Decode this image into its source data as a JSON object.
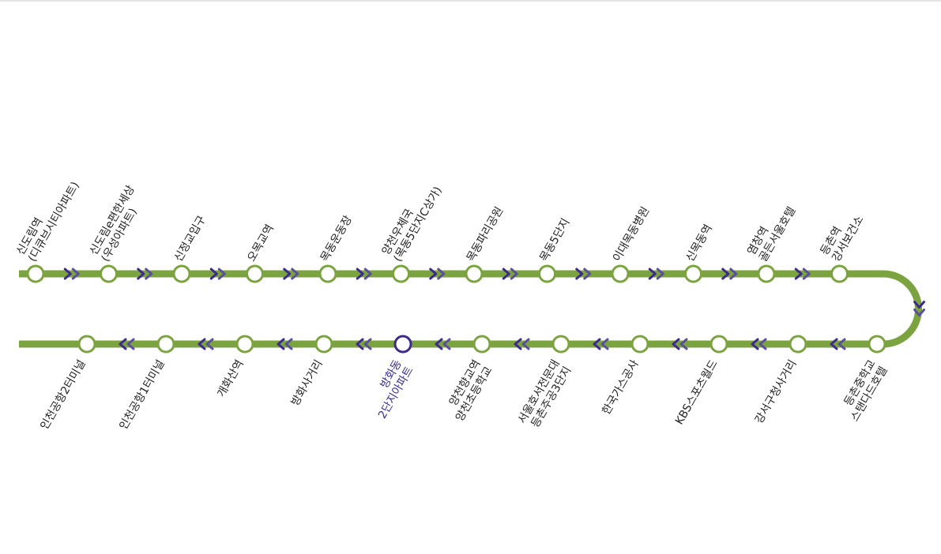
{
  "colors": {
    "line": "#7ba33f",
    "arrow": "#3d2a8c",
    "arrow_light": "#5b4f9a",
    "station_fill": "#ffffff",
    "current_ring": "#3d2a8c",
    "text": "#222222",
    "current_text": "#3d2a8c"
  },
  "route": {
    "top_direction": "right",
    "bottom_direction": "left",
    "top_stations": [
      {
        "lines": [
          "신도림역",
          "(디큐브시티아파트)"
        ]
      },
      {
        "lines": [
          "신도림e편한세상",
          "(우성아파트)"
        ]
      },
      {
        "lines": [
          "신정교입구"
        ]
      },
      {
        "lines": [
          "오목교역"
        ]
      },
      {
        "lines": [
          "목동운동장"
        ]
      },
      {
        "lines": [
          "양천우체국",
          "(목동5단지C상가)"
        ]
      },
      {
        "lines": [
          "목동파리공원"
        ]
      },
      {
        "lines": [
          "목동5단지"
        ]
      },
      {
        "lines": [
          "이대목동병원"
        ]
      },
      {
        "lines": [
          "신목동역"
        ]
      },
      {
        "lines": [
          "염창역",
          "골든서울호텔"
        ]
      },
      {
        "lines": [
          "등촌역",
          "강서보건소"
        ]
      }
    ],
    "bottom_stations": [
      {
        "lines": [
          "인천공항2터미널"
        ]
      },
      {
        "lines": [
          "인천공항1터미널"
        ]
      },
      {
        "lines": [
          "개화산역"
        ]
      },
      {
        "lines": [
          "방화사거리"
        ]
      },
      {
        "lines": [
          "방화동",
          "2단지아파트"
        ],
        "current": true
      },
      {
        "lines": [
          "양천향교역",
          "양천초등학교"
        ]
      },
      {
        "lines": [
          "서울호서전문대",
          "등촌주공3단지"
        ]
      },
      {
        "lines": [
          "한국가스공사"
        ]
      },
      {
        "lines": [
          "KBS스포츠월드"
        ]
      },
      {
        "lines": [
          "강서구청사거리"
        ]
      },
      {
        "lines": [
          "등촌중학교",
          "스탠다드호텔"
        ]
      }
    ]
  }
}
